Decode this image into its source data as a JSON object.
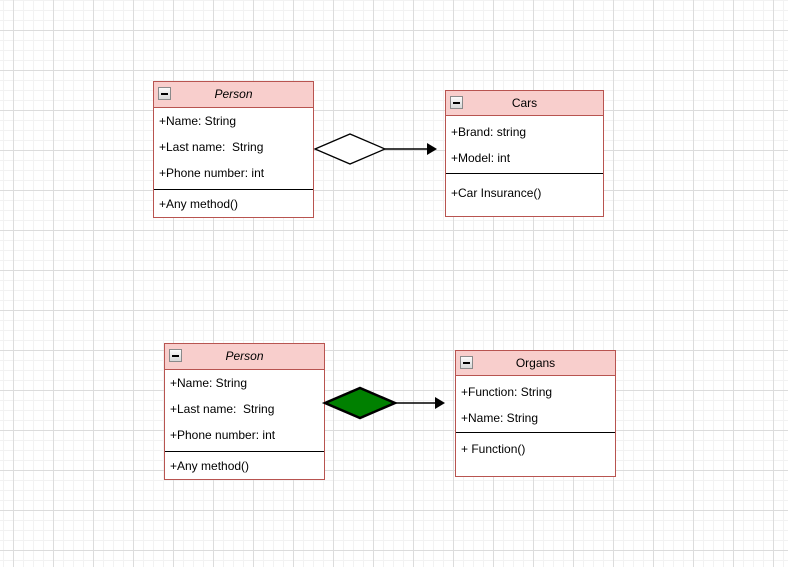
{
  "canvas": {
    "background": "#ffffff",
    "grid_minor_color": "#f2f2f2",
    "grid_major_color": "#dcdcdc"
  },
  "palette": {
    "class_header_fill": "#f8cecc",
    "class_border": "#b85450",
    "text_color": "#000000",
    "connector_color": "#000000",
    "aggregation_diamond_fill": "#ffffff",
    "composition_diamond_fill": "#008000"
  },
  "diagram": {
    "classes": [
      {
        "id": "person-top",
        "title": "Person",
        "attributes": [
          "+Name: String",
          "+Last name:  String",
          "+Phone number: int"
        ],
        "methods": [
          "+Any method()"
        ]
      },
      {
        "id": "cars",
        "title": "Cars",
        "attributes": [
          "+Brand: string",
          "+Model: int"
        ],
        "methods": [
          "+Car Insurance()"
        ]
      },
      {
        "id": "person-bottom",
        "title": "Person",
        "attributes": [
          "+Name: String",
          "+Last name:  String",
          "+Phone number: int"
        ],
        "methods": [
          "+Any method()"
        ]
      },
      {
        "id": "organs",
        "title": "Organs",
        "attributes": [
          "+Function: String",
          "+Name: String"
        ],
        "methods": [
          "+ Function()"
        ]
      }
    ],
    "connectors": [
      {
        "type": "aggregation",
        "from": "Person",
        "to": "Cars"
      },
      {
        "type": "composition",
        "from": "Person",
        "to": "Organs"
      }
    ]
  }
}
